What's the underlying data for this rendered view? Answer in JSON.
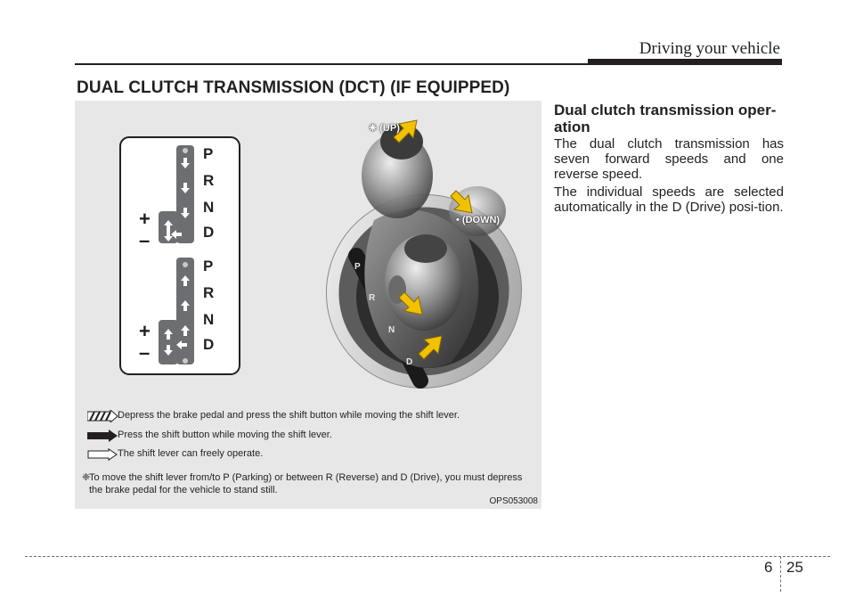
{
  "header": {
    "title": "Driving your vehicle"
  },
  "section": {
    "title": "DUAL CLUTCH TRANSMISSION (DCT) (IF EQUIPPED)"
  },
  "figure": {
    "gate_top": {
      "letters": [
        "P",
        "R",
        "N",
        "D"
      ],
      "plus": "+",
      "minus": "–"
    },
    "gate_bottom": {
      "letters": [
        "P",
        "R",
        "N",
        "D"
      ],
      "plus": "+",
      "minus": "–"
    },
    "shifter": {
      "up_label": "❈ (UP)",
      "down_label": "• (DOWN)",
      "gate_letters": [
        "P",
        "R",
        "N",
        "D"
      ]
    },
    "legend": [
      {
        "icon": "hatched-arrow-icon",
        "text": "Depress the brake pedal and press the shift button while moving the shift lever."
      },
      {
        "icon": "solid-arrow-icon",
        "text": "Press the shift button while moving the shift lever."
      },
      {
        "icon": "outline-arrow-icon",
        "text": "The shift lever can freely operate."
      }
    ],
    "note_symbol": "❈",
    "note_text": "To move the shift lever from/to P (Parking) or between R (Reverse) and D (Drive), you must depress the brake pedal for the vehicle to stand still.",
    "code": "OPS053008"
  },
  "right": {
    "heading": "Dual clutch transmission oper-ation",
    "para1": "The dual clutch transmission has seven forward speeds and one reverse speed.",
    "para2": "The individual speeds are selected automatically in the D (Drive) posi-tion."
  },
  "footer": {
    "chapter": "6",
    "page": "25"
  },
  "colors": {
    "text": "#231f20",
    "figure_bg": "#e7e7e8",
    "arrow_yellow": "#f2c200",
    "track_grey": "#6d6e71"
  }
}
